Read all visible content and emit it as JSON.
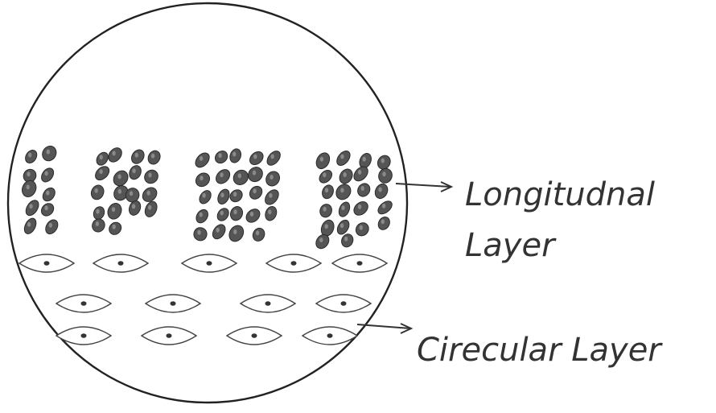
{
  "diagram": {
    "labels": {
      "longitudinal_line1": "Longitudnal",
      "longitudinal_line2": "Layer",
      "circular": "Cirecular Layer"
    },
    "colors": {
      "ink": "#222222",
      "longitudinal_cell_fill": "#555555",
      "circular_cell_fill": "#ffffff",
      "background": "#ffffff"
    }
  }
}
